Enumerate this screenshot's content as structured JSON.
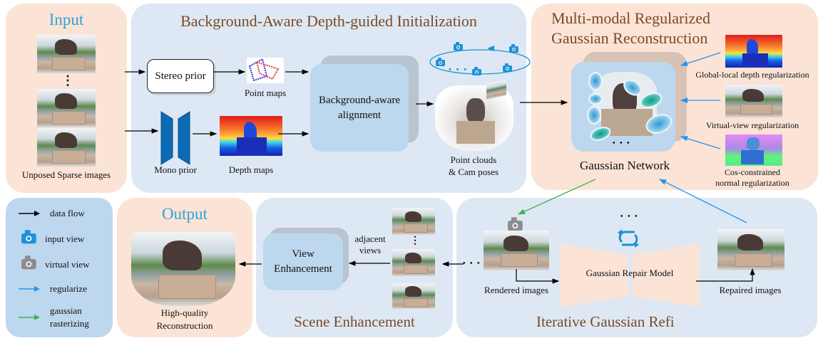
{
  "input_panel": {
    "title": "Input",
    "caption": "Unposed Sparse images",
    "ellipsis": "⋮"
  },
  "init_panel": {
    "title": "Background-Aware Depth-guided Initialization",
    "stereo_prior": "Stereo prior",
    "point_maps": "Point maps",
    "mono_prior": "Mono prior",
    "depth_maps": "Depth maps",
    "alignment": "Background-aware alignment",
    "alignment_line1": "Background-aware",
    "alignment_line2": "alignment",
    "point_clouds_line1": "Point clouds",
    "point_clouds_line2": "& Cam poses",
    "camera_dots": "• • •"
  },
  "reconstruction_panel": {
    "title_line1": "Multi-modal Regularized",
    "title_line2": "Gaussian Reconstruction",
    "network_label": "Gaussian Network",
    "network_dots": "• • •",
    "regularizers": [
      {
        "label": "Global-local depth regularization"
      },
      {
        "label": "Virtual-view regularization"
      },
      {
        "label_line1": "Cos-constrained",
        "label_line2": "normal regularization"
      }
    ]
  },
  "legend": {
    "items": [
      {
        "label": "data flow",
        "icon": "black-arrow",
        "color": "#000000"
      },
      {
        "label": "input view",
        "icon": "camera-blue",
        "color": "#1d92d6"
      },
      {
        "label": "virtual view",
        "icon": "camera-gray",
        "color": "#8d8d8d"
      },
      {
        "label": "regularize",
        "icon": "blue-arrow",
        "color": "#2196f3"
      },
      {
        "label_line1": "gaussian",
        "label_line2": "rasterizing",
        "icon": "green-arrow",
        "color": "#3cb44b"
      }
    ]
  },
  "output_panel": {
    "title": "Output",
    "caption_line1": "High-quality",
    "caption_line2": "Reconstruction"
  },
  "scene_panel": {
    "title": "Scene Enhancement",
    "view_enh_line1": "View",
    "view_enh_line2": "Enhancement",
    "adjacent_line1": "adjacent",
    "adjacent_line2": "views",
    "ellipsis": "⋮"
  },
  "iterative_panel": {
    "title": "Iterative Gaussian Refi",
    "rendered": "Rendered images",
    "repaired": "Repaired images",
    "repair_model": "Gaussian Repair Model",
    "dots": "• • •",
    "left_dots": "• • •"
  },
  "colors": {
    "title_blue": "#2fa3d8",
    "title_brown": "#7b4a24",
    "peach": "#fbe3d6",
    "panel_blue": "#dde8f4",
    "box_blue": "#bdd7ee",
    "regularize_arrow": "#2196f3",
    "raster_arrow": "#3cb44b"
  }
}
